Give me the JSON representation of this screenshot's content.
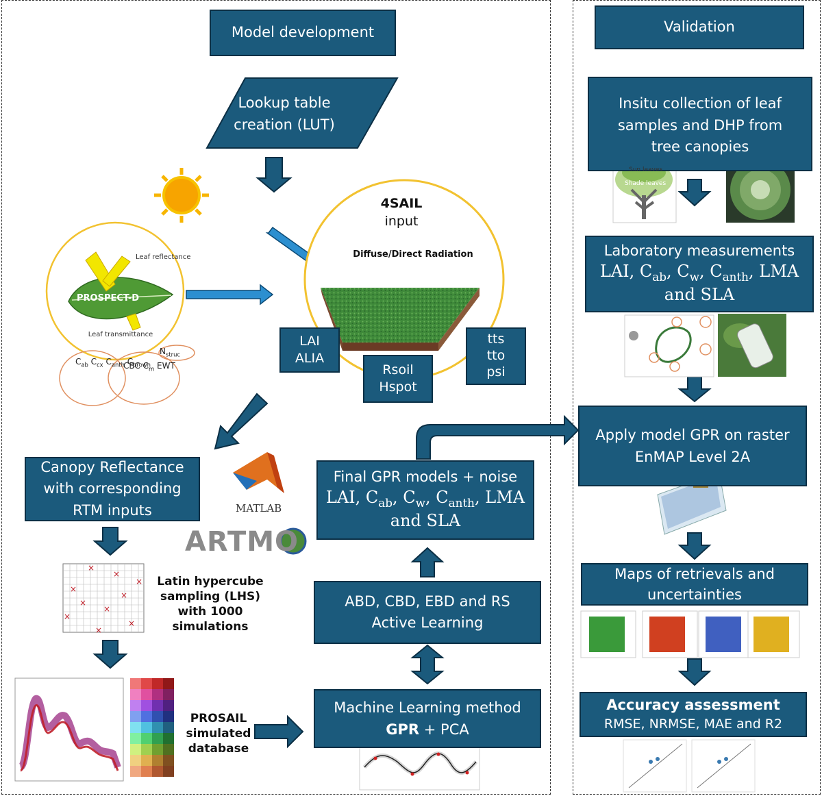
{
  "sections": {
    "model_development": "Model development",
    "validation": "Validation"
  },
  "left": {
    "lut": [
      "Lookup table",
      "creation (LUT)"
    ],
    "sail": {
      "title": "4SAIL",
      "subtitle": "input",
      "radiation": "Diffuse/Direct Radiation",
      "lai_box": [
        "LAI",
        "ALIA"
      ],
      "rsoil_box": [
        "Rsoil",
        "Hspot"
      ],
      "angles_box": [
        "tts",
        "tto",
        "psi"
      ]
    },
    "prospect": {
      "name": "PROSPECT-D",
      "leaf_reflectance": [
        "Leaf",
        "reflectance"
      ],
      "leaf_transmittance": [
        "Leaf",
        "transmittance"
      ],
      "params_a": [
        "C",
        "C",
        "C",
        "C"
      ],
      "params_a_sub": [
        "ab",
        "cx",
        "anth",
        "brown"
      ],
      "params_b": [
        "CBC",
        "C",
        "EWT"
      ],
      "params_b_sub": "m",
      "nstruc": "N",
      "nstruc_sub": "struc"
    },
    "canopy": [
      "Canopy Reflectance",
      "with corresponding",
      "RTM inputs"
    ],
    "matlab": "MATLAB",
    "artmo": "ARTMO",
    "lhs": [
      "Latin hypercube",
      "sampling (LHS) with",
      "1000 simulations"
    ],
    "prosail_db": [
      "PROSAIL",
      "simulated",
      "database"
    ]
  },
  "middle": {
    "final_gpr": {
      "line1": "Final GPR models + noise",
      "line2_parts": [
        "LAI, C",
        "ab",
        ", C",
        "w",
        ", C",
        "anth",
        ", LMA"
      ],
      "line3": "and SLA"
    },
    "active_learning": [
      "ABD, CBD, EBD and RS",
      "Active Learning"
    ],
    "ml_method": {
      "line1": "Machine Learning method",
      "bold": "GPR",
      "rest": " + PCA"
    }
  },
  "right": {
    "insitu": [
      "Insitu collection of leaf",
      "samples and DHP from",
      "tree canopies"
    ],
    "sun_leaves": "Sun leaves",
    "shade_leaves": "Shade leaves",
    "lab": {
      "line1": "Laboratory measurements",
      "line2_parts": [
        "LAI, C",
        "ab",
        ", C",
        "w",
        ", C",
        "anth",
        ", LMA"
      ],
      "line3": "and SLA"
    },
    "apply": [
      "Apply model GPR on raster",
      "EnMAP Level 2A"
    ],
    "maps": [
      "Maps of retrievals and",
      "uncertainties"
    ],
    "accuracy": {
      "title": "Accuracy assessment",
      "metrics": "RMSE, NRMSE, MAE and R2"
    }
  },
  "colors": {
    "box_fill": "#1b5a7c",
    "box_border": "#0b2f45",
    "arrow_light": "#2c8fd0",
    "sun": "#f7a400",
    "circle": "#f2c230"
  }
}
